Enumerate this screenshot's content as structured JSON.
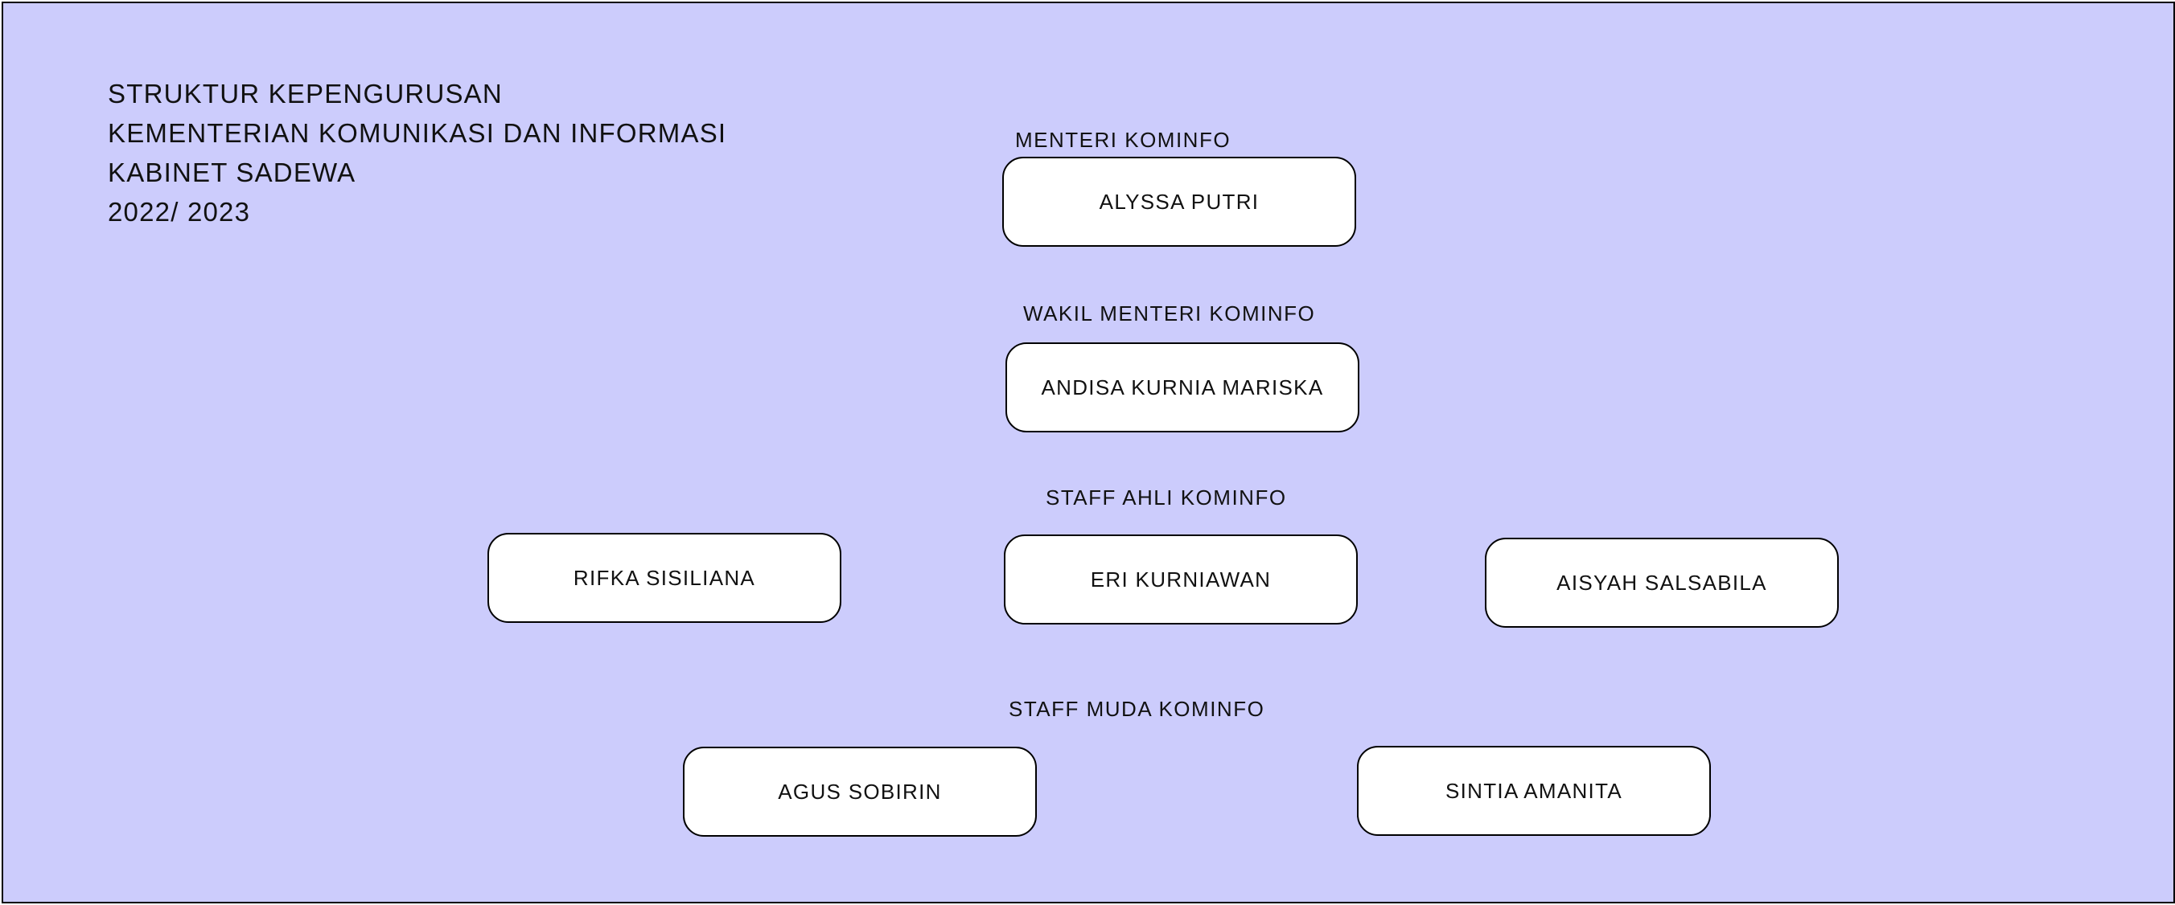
{
  "title": {
    "line1": "STRUKTUR KEPENGURUSAN",
    "line2": "KEMENTERIAN KOMUNIKASI DAN INFORMASI",
    "line3": "KABINET SADEWA",
    "line4": "2022/ 2023"
  },
  "menteri": {
    "label": "MENTERI KOMINFO",
    "name": "ALYSSA PUTRI"
  },
  "wakil_menteri": {
    "label": "WAKIL MENTERI KOMINFO",
    "name": "ANDISA KURNIA MARISKA"
  },
  "staff_ahli": {
    "label": "STAFF AHLI KOMINFO",
    "members": [
      "RIFKA SISILIANA",
      "ERI KURNIAWAN",
      "AISYAH SALSABILA"
    ]
  },
  "staff_muda": {
    "label": "STAFF MUDA KOMINFO",
    "members": [
      "AGUS SOBIRIN",
      "SINTIA AMANITA"
    ]
  },
  "colors": {
    "background": "#ccccfc",
    "box_fill": "#ffffff",
    "border": "#000000",
    "text": "#111111"
  }
}
